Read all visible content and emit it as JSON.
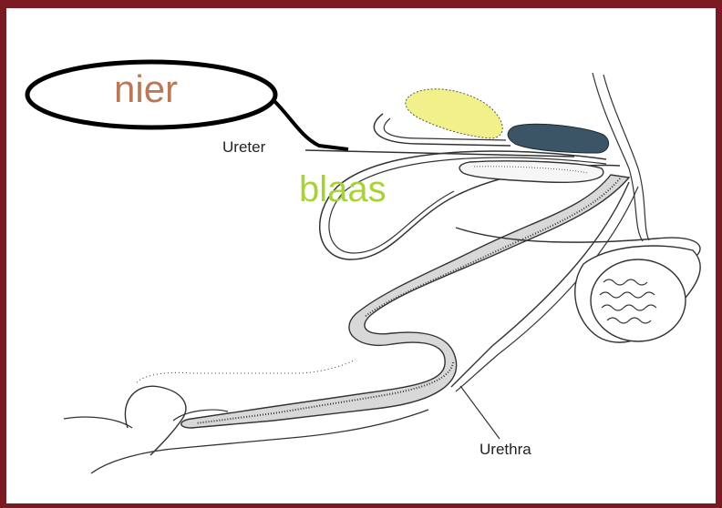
{
  "labels": {
    "nier": "nier",
    "blaas": "blaas",
    "ureter": "Ureter",
    "urethra": "Urethra"
  },
  "colors": {
    "frame": "#7a1a22",
    "nier_text": "#b8785a",
    "blaas_text": "#a7d334",
    "gland_yellow": "#f2f08a",
    "gland_dark": "#3c5566",
    "urethra_fill": "#d8d8d8"
  }
}
